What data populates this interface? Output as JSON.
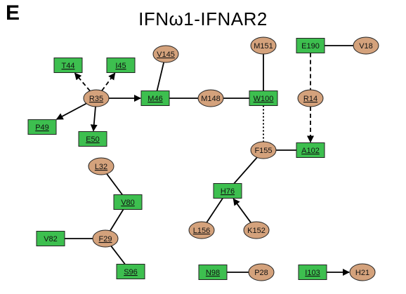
{
  "panel_letter": "E",
  "title": "IFNω1-IFNAR2",
  "colors": {
    "box": "#3dbf4f",
    "ellipse": "#d4a27c",
    "stroke": "#222222",
    "edge": "#000000"
  },
  "legend_style_note": "",
  "nodes": [
    {
      "id": "T44",
      "label": "T44",
      "shape": "box",
      "underline": true
    },
    {
      "id": "I45",
      "label": "I45",
      "shape": "box",
      "underline": true
    },
    {
      "id": "R35",
      "label": "R35",
      "shape": "ellipse",
      "underline": true
    },
    {
      "id": "P49",
      "label": "P49",
      "shape": "box",
      "underline": true
    },
    {
      "id": "E50",
      "label": "E50",
      "shape": "box",
      "underline": true
    },
    {
      "id": "V145",
      "label": "V145",
      "shape": "ellipse",
      "underline": true
    },
    {
      "id": "M46",
      "label": "M46",
      "shape": "box",
      "underline": true
    },
    {
      "id": "M148",
      "label": "M148",
      "shape": "ellipse",
      "underline": false
    },
    {
      "id": "M151",
      "label": "M151",
      "shape": "ellipse",
      "underline": false
    },
    {
      "id": "W100",
      "label": "W100",
      "shape": "box",
      "underline": true
    },
    {
      "id": "E190",
      "label": "E190",
      "shape": "box",
      "underline": false
    },
    {
      "id": "V18",
      "label": "V18",
      "shape": "ellipse",
      "underline": false
    },
    {
      "id": "R14",
      "label": "R14",
      "shape": "ellipse",
      "underline": true
    },
    {
      "id": "F155",
      "label": "F155",
      "shape": "ellipse",
      "underline": false
    },
    {
      "id": "A102",
      "label": "A102",
      "shape": "box",
      "underline": true
    },
    {
      "id": "L32",
      "label": "L32",
      "shape": "ellipse",
      "underline": true
    },
    {
      "id": "V80",
      "label": "V80",
      "shape": "box",
      "underline": true
    },
    {
      "id": "H76",
      "label": "H76",
      "shape": "box",
      "underline": true
    },
    {
      "id": "V82",
      "label": "V82",
      "shape": "box",
      "underline": false
    },
    {
      "id": "F29",
      "label": "F29",
      "shape": "ellipse",
      "underline": true
    },
    {
      "id": "L156",
      "label": "L156",
      "shape": "ellipse",
      "underline": true
    },
    {
      "id": "K152",
      "label": "K152",
      "shape": "ellipse",
      "underline": false
    },
    {
      "id": "S96",
      "label": "S96",
      "shape": "box",
      "underline": true
    },
    {
      "id": "N98",
      "label": "N98",
      "shape": "box",
      "underline": true
    },
    {
      "id": "P28",
      "label": "P28",
      "shape": "ellipse",
      "underline": false
    },
    {
      "id": "I103",
      "label": "I103",
      "shape": "box",
      "underline": true
    },
    {
      "id": "H21",
      "label": "H21",
      "shape": "ellipse",
      "underline": false
    }
  ],
  "edges": [
    {
      "from": "R35",
      "to": "T44",
      "style": "dashed",
      "arrow": true
    },
    {
      "from": "R35",
      "to": "I45",
      "style": "dashed",
      "arrow": true
    },
    {
      "from": "R35",
      "to": "P49",
      "style": "solid",
      "arrow": true
    },
    {
      "from": "R35",
      "to": "E50",
      "style": "solid",
      "arrow": true
    },
    {
      "from": "R35",
      "to": "M46",
      "style": "solid",
      "arrow": true
    },
    {
      "from": "V145",
      "to": "M46",
      "style": "solid",
      "arrow": false
    },
    {
      "from": "M46",
      "to": "M148",
      "style": "solid",
      "arrow": false
    },
    {
      "from": "M148",
      "to": "W100",
      "style": "solid",
      "arrow": false
    },
    {
      "from": "M151",
      "to": "W100",
      "style": "solid",
      "arrow": false
    },
    {
      "from": "W100",
      "to": "F155",
      "style": "dotted",
      "arrow": false
    },
    {
      "from": "E190",
      "to": "V18",
      "style": "solid",
      "arrow": false
    },
    {
      "from": "E190",
      "to": "R14",
      "style": "dashed",
      "arrow": false
    },
    {
      "from": "R14",
      "to": "A102",
      "style": "dashed",
      "arrow": true
    },
    {
      "from": "F155",
      "to": "A102",
      "style": "solid",
      "arrow": false
    },
    {
      "from": "F155",
      "to": "H76",
      "style": "solid",
      "arrow": false
    },
    {
      "from": "H76",
      "to": "L156",
      "style": "solid",
      "arrow": false
    },
    {
      "from": "K152",
      "to": "H76",
      "style": "solid",
      "arrow": true
    },
    {
      "from": "L32",
      "to": "V80",
      "style": "solid",
      "arrow": false
    },
    {
      "from": "V80",
      "to": "F29",
      "style": "solid",
      "arrow": false
    },
    {
      "from": "V82",
      "to": "F29",
      "style": "solid",
      "arrow": false
    },
    {
      "from": "F29",
      "to": "S96",
      "style": "solid",
      "arrow": false
    },
    {
      "from": "N98",
      "to": "P28",
      "style": "solid",
      "arrow": false
    },
    {
      "from": "I103",
      "to": "H21",
      "style": "solid",
      "arrow": true
    }
  ]
}
